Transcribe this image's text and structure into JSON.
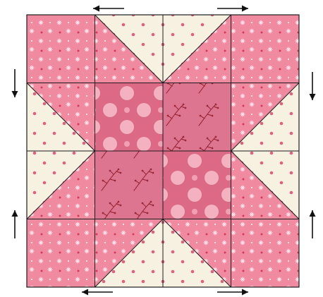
{
  "block": {
    "grid": {
      "columns": 4,
      "rows": 4
    },
    "fabrics": {
      "pink-star-print": {
        "base": "#f08aa0",
        "motif": "star",
        "motif_color": "#fde4ea",
        "accent_color": "#d83a5c"
      },
      "cream-dot-print": {
        "base": "#f7f1e2",
        "motif": "dot",
        "motif_color": "#e0607e"
      },
      "pink-large-dot-print": {
        "base": "#dc6a86",
        "motif": "large-dot",
        "motif_color": "#f4b2c0"
      },
      "pink-sprig-print": {
        "base": "#de7590",
        "motif": "sprig",
        "motif_color": "#9c2a3e"
      }
    },
    "units": [
      {
        "name": "corner-square-top-left",
        "type": "square",
        "fabric": "pink-star-print"
      },
      {
        "name": "flying-geese-top",
        "type": "flying-geese",
        "point": "down",
        "goose": "cream-dot-print",
        "sky": "pink-star-print"
      },
      {
        "name": "corner-square-top-right",
        "type": "square",
        "fabric": "pink-star-print"
      },
      {
        "name": "flying-geese-left",
        "type": "flying-geese",
        "point": "right",
        "goose": "cream-dot-print",
        "sky": "pink-star-print"
      },
      {
        "name": "center-square-top-left",
        "type": "square",
        "fabric": "pink-large-dot-print"
      },
      {
        "name": "center-square-top-right",
        "type": "square",
        "fabric": "pink-sprig-print"
      },
      {
        "name": "center-square-bottom-left",
        "type": "square",
        "fabric": "pink-sprig-print"
      },
      {
        "name": "center-square-bottom-right",
        "type": "square",
        "fabric": "pink-large-dot-print"
      },
      {
        "name": "flying-geese-right",
        "type": "flying-geese",
        "point": "left",
        "goose": "cream-dot-print",
        "sky": "pink-star-print"
      },
      {
        "name": "corner-square-bottom-left",
        "type": "square",
        "fabric": "pink-star-print"
      },
      {
        "name": "flying-geese-bottom",
        "type": "flying-geese",
        "point": "up",
        "goose": "cream-dot-print",
        "sky": "pink-star-print"
      },
      {
        "name": "corner-square-bottom-right",
        "type": "square",
        "fabric": "pink-star-print"
      }
    ],
    "pressing_arrows": [
      {
        "name": "top-left-arrow",
        "position": "top-left",
        "direction": "left"
      },
      {
        "name": "top-right-arrow",
        "position": "top-right",
        "direction": "right"
      },
      {
        "name": "left-upper-arrow",
        "position": "left-upper",
        "direction": "down"
      },
      {
        "name": "left-lower-arrow",
        "position": "left-lower",
        "direction": "up"
      },
      {
        "name": "right-upper-arrow",
        "position": "right-upper",
        "direction": "down"
      },
      {
        "name": "right-lower-arrow",
        "position": "right-lower",
        "direction": "up"
      },
      {
        "name": "bottom-left-arrow",
        "position": "bottom-left",
        "direction": "left"
      },
      {
        "name": "bottom-right-arrow",
        "position": "bottom-right",
        "direction": "right"
      }
    ],
    "seam_color": "#1c1c1c",
    "arrow_color": "#111111"
  }
}
